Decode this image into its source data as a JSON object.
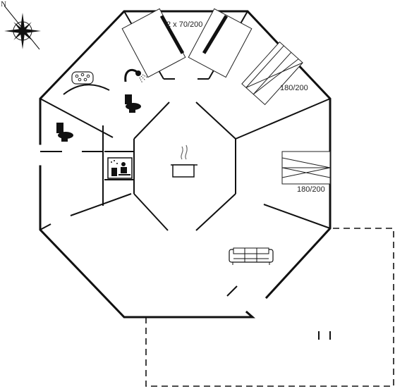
{
  "compass": {
    "north_label": "N",
    "icon": "compass-rose-icon"
  },
  "rooms": {
    "bedroom_twin": {
      "bed_label": "2 x 70/200",
      "icon": "single-bed-icon"
    },
    "bedroom_double_1": {
      "bed_label": "180/200",
      "icon": "double-bed-icon"
    },
    "bedroom_double_2": {
      "bed_label": "180/200",
      "icon": "double-bed-icon"
    },
    "bathroom": {
      "icons": [
        "whirlpool-icon",
        "shower-icon",
        "toilet-icon"
      ]
    },
    "wc": {
      "icons": [
        "toilet-icon"
      ]
    },
    "sauna": {
      "icons": [
        "sauna-icon"
      ]
    },
    "kitchen": {
      "icons": [
        "cooking-pot-icon"
      ]
    },
    "living_room": {
      "icons": [
        "sofa-icon"
      ]
    }
  },
  "colors": {
    "wall": "#111111",
    "background": "#ffffff"
  }
}
